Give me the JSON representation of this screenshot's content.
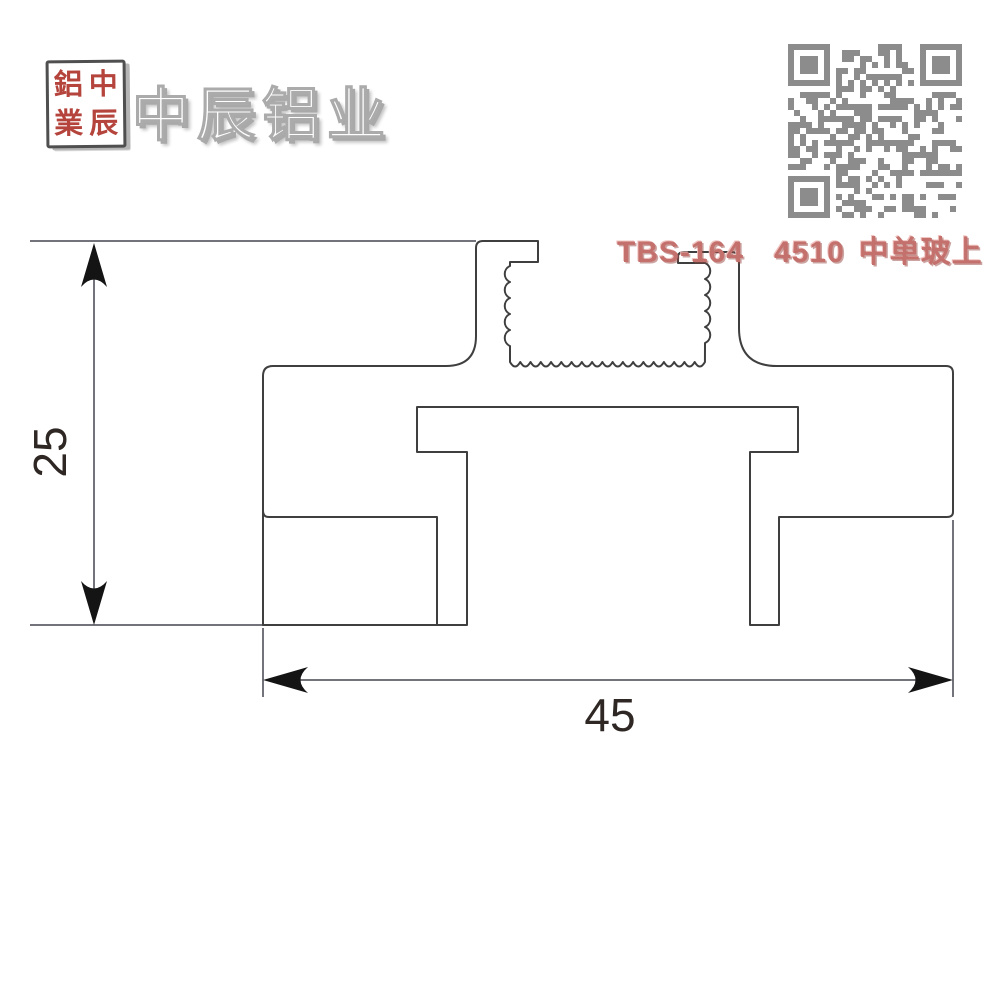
{
  "header": {
    "logo_text": "中辰铝业",
    "seal": {
      "chars": [
        "鋁",
        "中",
        "業",
        "辰"
      ],
      "color": "#b5443c"
    }
  },
  "qr_color": "#8c8c8c",
  "product_label": {
    "model": "TBS-164",
    "code": "4510",
    "name": "中单玻上",
    "color": "#c4706c"
  },
  "drawing": {
    "height_dim": "25",
    "width_dim": "45",
    "profile_line_color": "#3f3f3f",
    "dim_line_color": "#73737c",
    "arrow_color": "#141414"
  }
}
